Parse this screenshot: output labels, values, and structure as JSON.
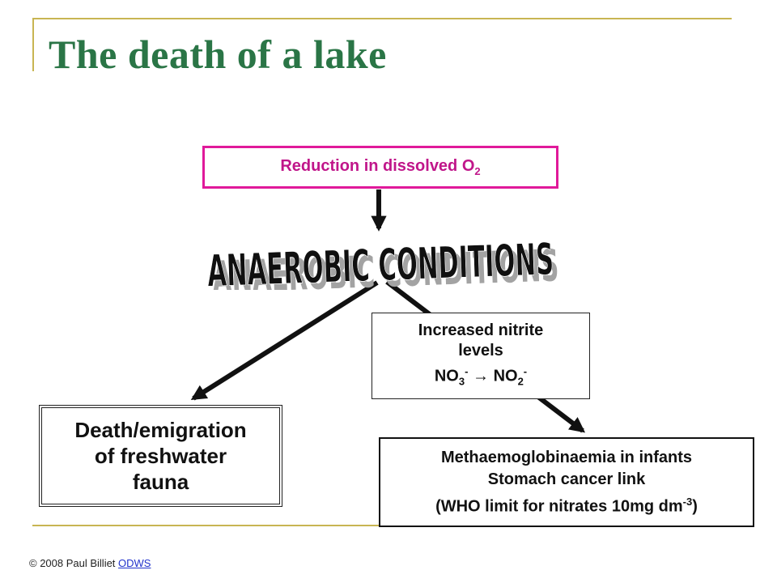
{
  "slide": {
    "title": "The death of a lake",
    "accent_color": "#c8b552",
    "title_color": "#2a7546"
  },
  "diagram": {
    "reduction": {
      "text": "Reduction in dissolved O",
      "sub": "2"
    },
    "anaerobic": {
      "text": "ANAEROBIC CONDITIONS"
    },
    "nitrite": {
      "line1": "Increased nitrite",
      "line2": "levels",
      "eq_a": "NO",
      "eq_a_sub": "3",
      "eq_a_sup": "-",
      "eq_arrow": "→",
      "eq_b": "NO",
      "eq_b_sub": "2",
      "eq_b_sup": "-"
    },
    "death": {
      "line1": "Death/emigration",
      "line2": "of freshwater",
      "line3": "fauna"
    },
    "metha": {
      "line1": "Methaemoglobinaemia in infants",
      "line2": "Stomach cancer link",
      "line3": "(WHO limit for nitrates 10mg dm",
      "line3_sup": "-3",
      "line3_end": ")"
    }
  },
  "footer": {
    "copyright": "© 2008 Paul Billiet ",
    "link": "ODWS"
  }
}
